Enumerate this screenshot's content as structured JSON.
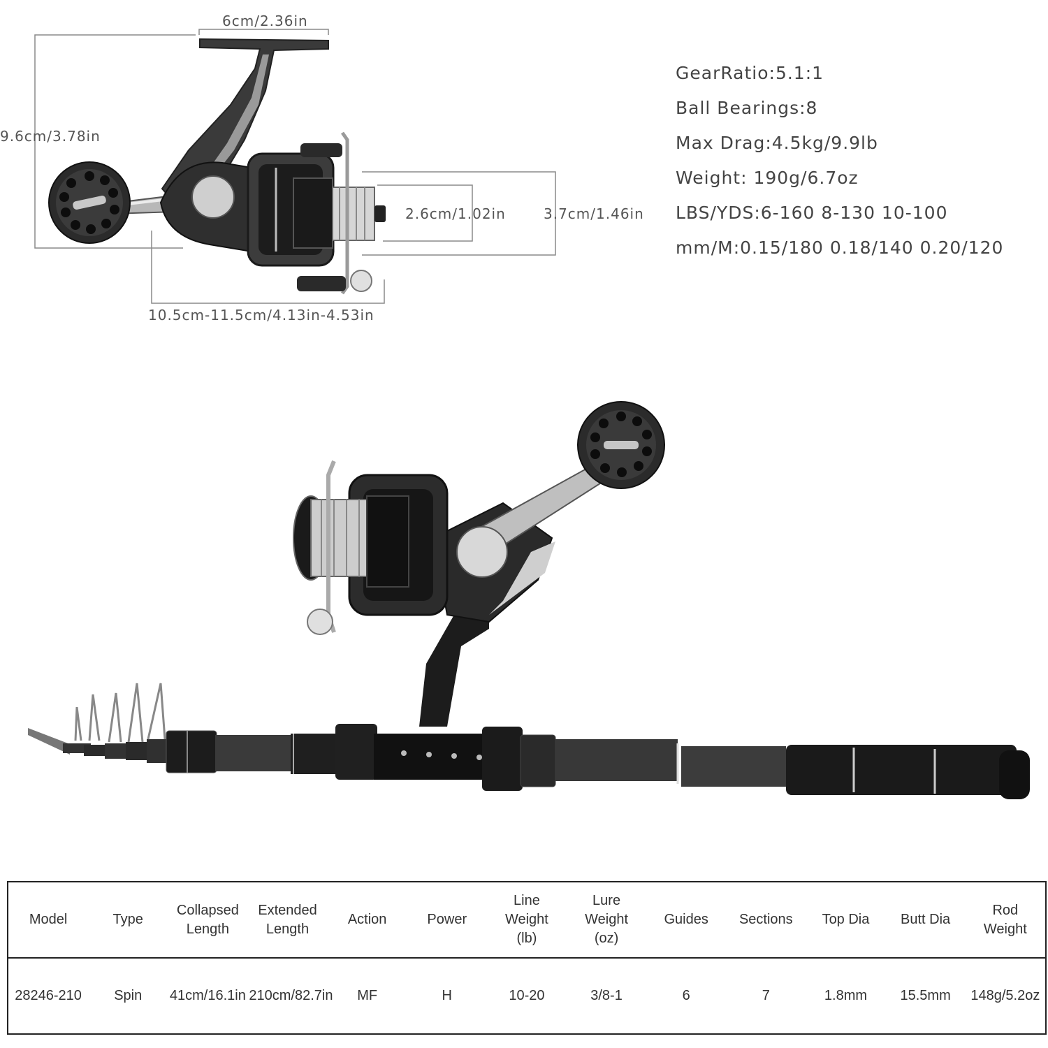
{
  "reel_dimensions": {
    "width_top": "6cm/2.36in",
    "height_left": "9.6cm/3.78in",
    "spool_inner": "2.6cm/1.02in",
    "spool_outer": "3.7cm/1.46in",
    "length_bottom": "10.5cm-11.5cm/4.13in-4.53in"
  },
  "reel_specs": [
    "GearRatio:5.1:1",
    "Ball Bearings:8",
    "Max Drag:4.5kg/9.9lb",
    "Weight: 190g/6.7oz",
    "LBS/YDS:6-160  8-130  10-100",
    "mm/M:0.15/180  0.18/140  0.20/120"
  ],
  "table": {
    "headers": [
      "Model",
      "Type",
      "Collapsed\nLength",
      "Extended\nLength",
      "Action",
      "Power",
      "Line\nWeight\n(lb)",
      "Lure\nWeight\n(oz)",
      "Guides",
      "Sections",
      "Top Dia",
      "Butt Dia",
      "Rod\nWeight"
    ],
    "values": [
      "28246-210",
      "Spin",
      "41cm/16.1in",
      "210cm/82.7in",
      "MF",
      "H",
      "10-20",
      "3/8-1",
      "6",
      "7",
      "1.8mm",
      "15.5mm",
      "148g/5.2oz"
    ]
  }
}
